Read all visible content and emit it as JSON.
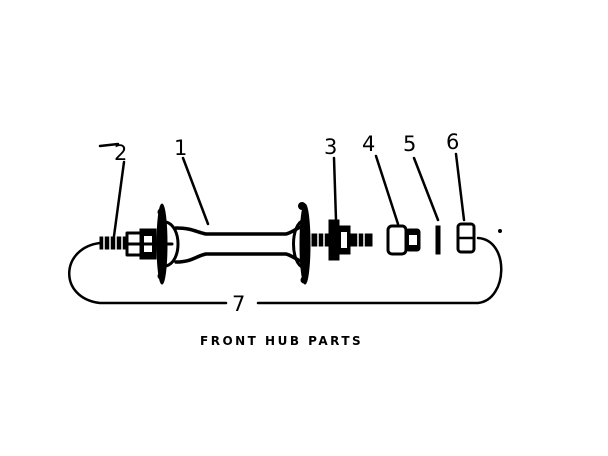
{
  "callouts": [
    {
      "id": "1",
      "label": "1"
    },
    {
      "id": "2",
      "label": "2"
    },
    {
      "id": "3",
      "label": "3"
    },
    {
      "id": "4",
      "label": "4"
    },
    {
      "id": "5",
      "label": "5"
    },
    {
      "id": "6",
      "label": "6"
    },
    {
      "id": "7",
      "label": "7"
    }
  ],
  "caption": "FRONT HUB PARTS",
  "colors": {
    "ink": "#000000",
    "background": "#ffffff"
  }
}
